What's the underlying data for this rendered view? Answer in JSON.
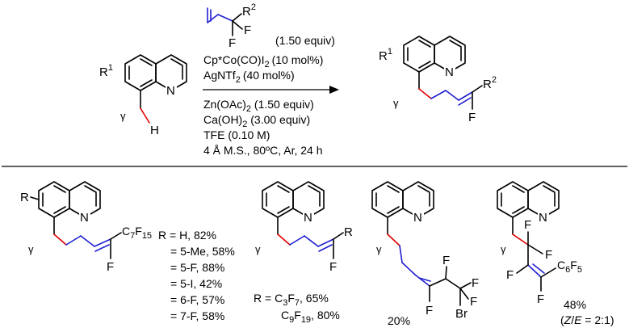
{
  "reagent": {
    "R2": "R",
    "R2sup": "2",
    "F": "F",
    "equiv": "(1.50 equiv)"
  },
  "conditions": {
    "above": [
      "Cp*Co(CO)I",
      "AgNTf"
    ],
    "above_rest": [
      "(10 mol%)",
      "(40 mol%)"
    ],
    "above_sub": [
      "2",
      "2"
    ],
    "below": [
      "Zn(OAc)",
      "Ca(OH)",
      "TFE (0.10 M)",
      "4 Å M.S., 80ºC, Ar, 24 h"
    ],
    "below_sub": [
      "2",
      "2"
    ],
    "below_rest": [
      " (1.50 equiv)",
      " (3.00 equiv)"
    ]
  },
  "substrate": {
    "R1": "R",
    "R1sup": "1",
    "N": "N",
    "H": "H",
    "gamma": "γ"
  },
  "product": {
    "R1": "R",
    "R1sup": "1",
    "N": "N",
    "R2": "R",
    "R2sup": "2",
    "F": "F",
    "gamma": "γ"
  },
  "scope": {
    "p1": {
      "R": "R",
      "N": "N",
      "gamma": "γ",
      "F": "F",
      "C": "C",
      "C_sub": "7",
      "F2": "F",
      "F2_sub": "15",
      "yields": [
        "R = H, 82%",
        "= 5-Me, 58%",
        "= 5-F, 88%",
        "= 5-I, 42%",
        "= 6-F, 57%",
        "= 7-F, 58%"
      ]
    },
    "p2": {
      "N": "N",
      "gamma": "γ",
      "R": "R",
      "F": "F",
      "line1": {
        "pre": "R = C",
        "sub1": "3",
        "mid": "F",
        "sub2": "7",
        "post": ", 65%"
      },
      "line2": {
        "pre": "C",
        "sub1": "9",
        "mid": "F",
        "sub2": "19",
        "post": ", 80%"
      }
    },
    "p3": {
      "N": "N",
      "gamma": "γ",
      "F1": "F",
      "F2": "F",
      "F3": "F",
      "Br": "Br",
      "yield": "20%"
    },
    "p4": {
      "N": "N",
      "gamma": "γ",
      "F1": "F",
      "F2": "F",
      "F3": "F",
      "F4": "F",
      "F5": "F",
      "C6F5": {
        "C": "C",
        "sub1": "6",
        "F": "F",
        "sub2": "5"
      },
      "yield": "48%",
      "ze": {
        "open": "(",
        "Z": "Z",
        "slash": "/",
        "E": "E",
        "close": " = 2:1)"
      }
    }
  }
}
